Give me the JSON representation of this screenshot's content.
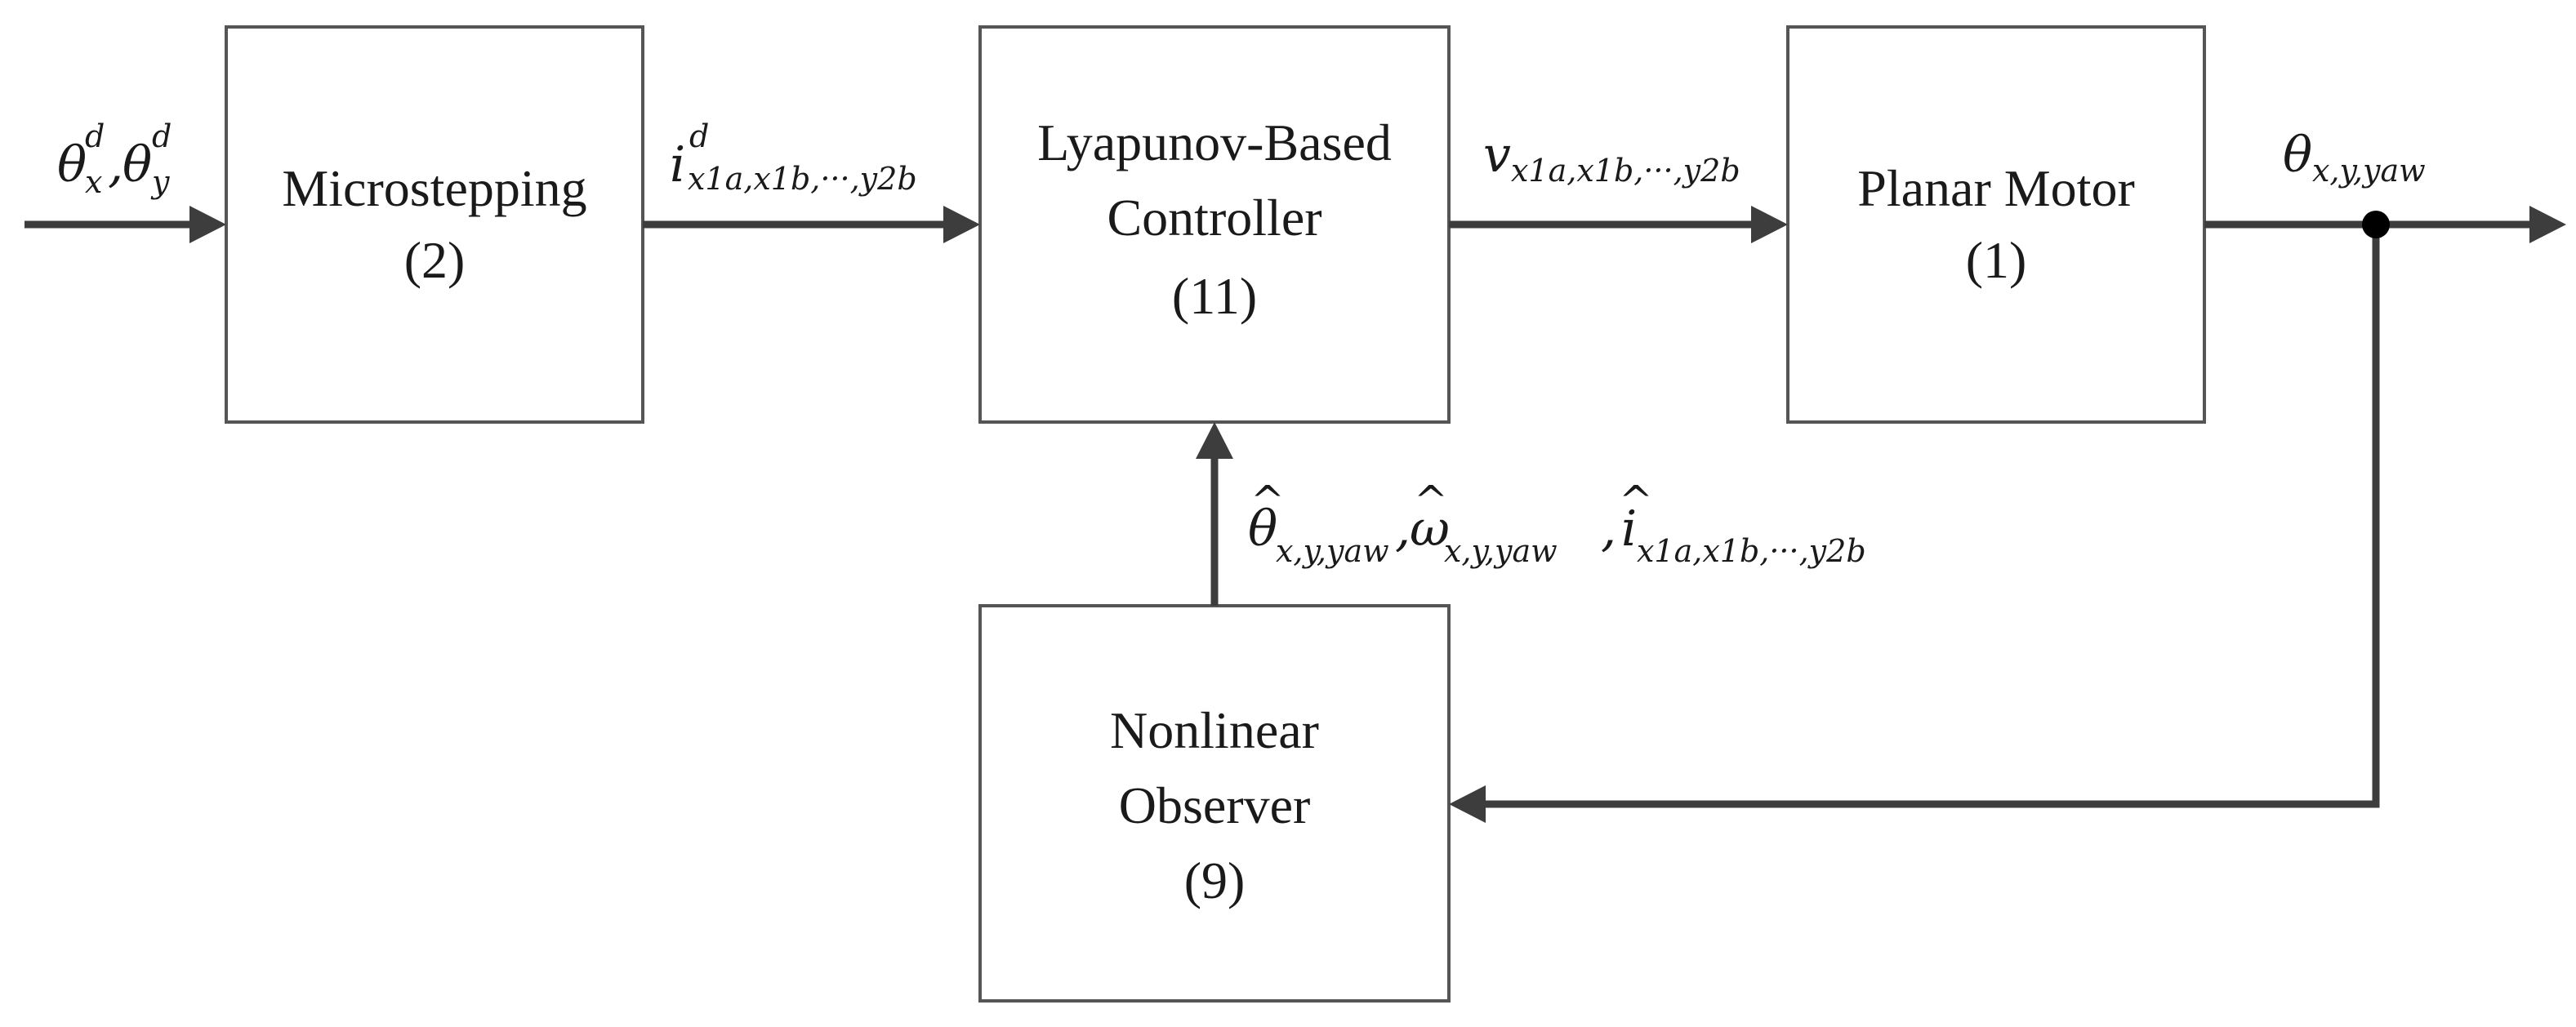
{
  "blocks": {
    "microstepping": {
      "line1": "Microstepping",
      "line2": "(2)"
    },
    "controller": {
      "line1": "Lyapunov-Based",
      "line2": "Controller",
      "line3": "(11)"
    },
    "motor": {
      "line1": "Planar Motor",
      "line2": "(1)"
    },
    "observer": {
      "line1": "Nonlinear",
      "line2": "Observer",
      "line3": "(9)"
    }
  },
  "signals": {
    "input": {
      "sym_x": "θ",
      "sub_x": "x",
      "sup_x": "d",
      "sep": ",",
      "sym_y": "θ",
      "sub_y": "y",
      "sup_y": "d"
    },
    "current_ref": {
      "sym": "i",
      "sup": "d",
      "sub": "x1a,x1b,···,y2b"
    },
    "voltage": {
      "sym": "v",
      "sub": "x1a,x1b,···,y2b"
    },
    "output": {
      "sym": "θ",
      "sub": "x,y,yaw"
    },
    "estimates": {
      "sym1": "θ",
      "sub1": "x,y,yaw",
      "sep1": ",",
      "sym2": "ω",
      "sub2": "x,y,yaw",
      "sep2": ",",
      "sym3": "i",
      "sub3": "x1a,x1b,···,y2b",
      "hat": "^"
    }
  }
}
